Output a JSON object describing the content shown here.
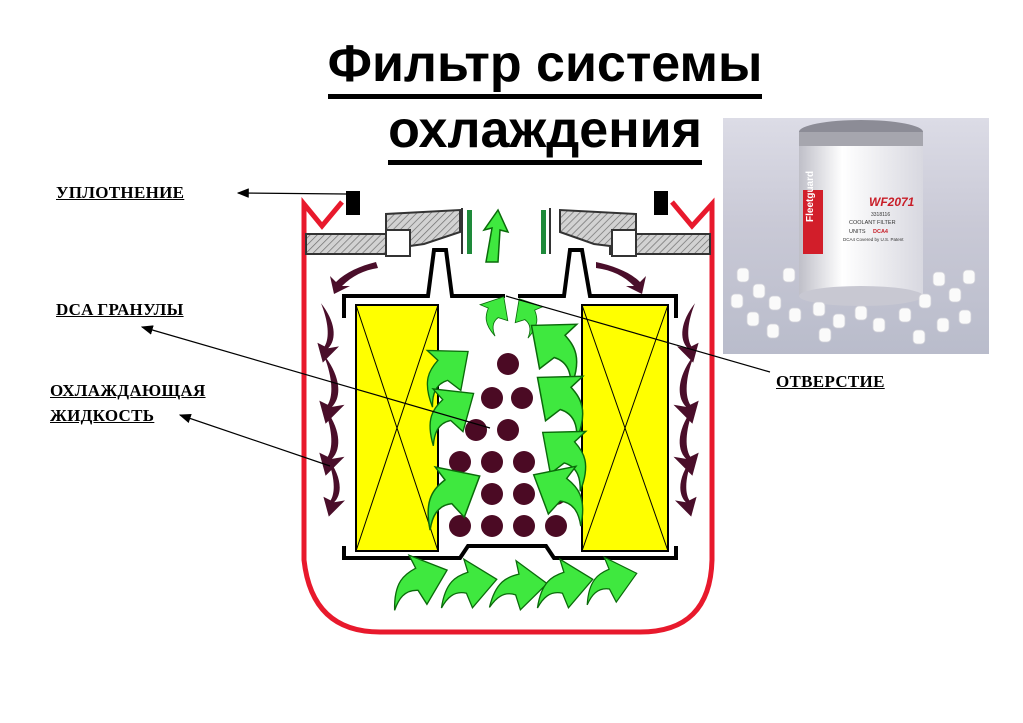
{
  "title": {
    "line1": "Фильтр  системы",
    "line2": "охлаждения"
  },
  "labels": {
    "seal": "УПЛОТНЕНИЕ",
    "dca_granules": "DCA  ГРАНУЛЫ",
    "coolant_line1": "ОХЛАЖДАЮЩАЯ",
    "coolant_line2": "ЖИДКОСТЬ",
    "hole": "ОТВЕРСТИЕ"
  },
  "photo": {
    "brand": "Fleetguard",
    "model": "WF2071",
    "part_number": "3318116",
    "product_line1": "COOLANT FILTER",
    "product_line2": "UNITS",
    "dca_badge": "DCA4",
    "footer": "DCA4 Covered by U.S. Patent"
  },
  "colors": {
    "housing": "#e8192c",
    "element": "#ffff00",
    "flow_arrow": "#3fe83f",
    "coolant_arrow": "#4a0e2a",
    "granule": "#4b0a24",
    "seal": "#000000",
    "center_pipe": "#1e8a3a"
  }
}
